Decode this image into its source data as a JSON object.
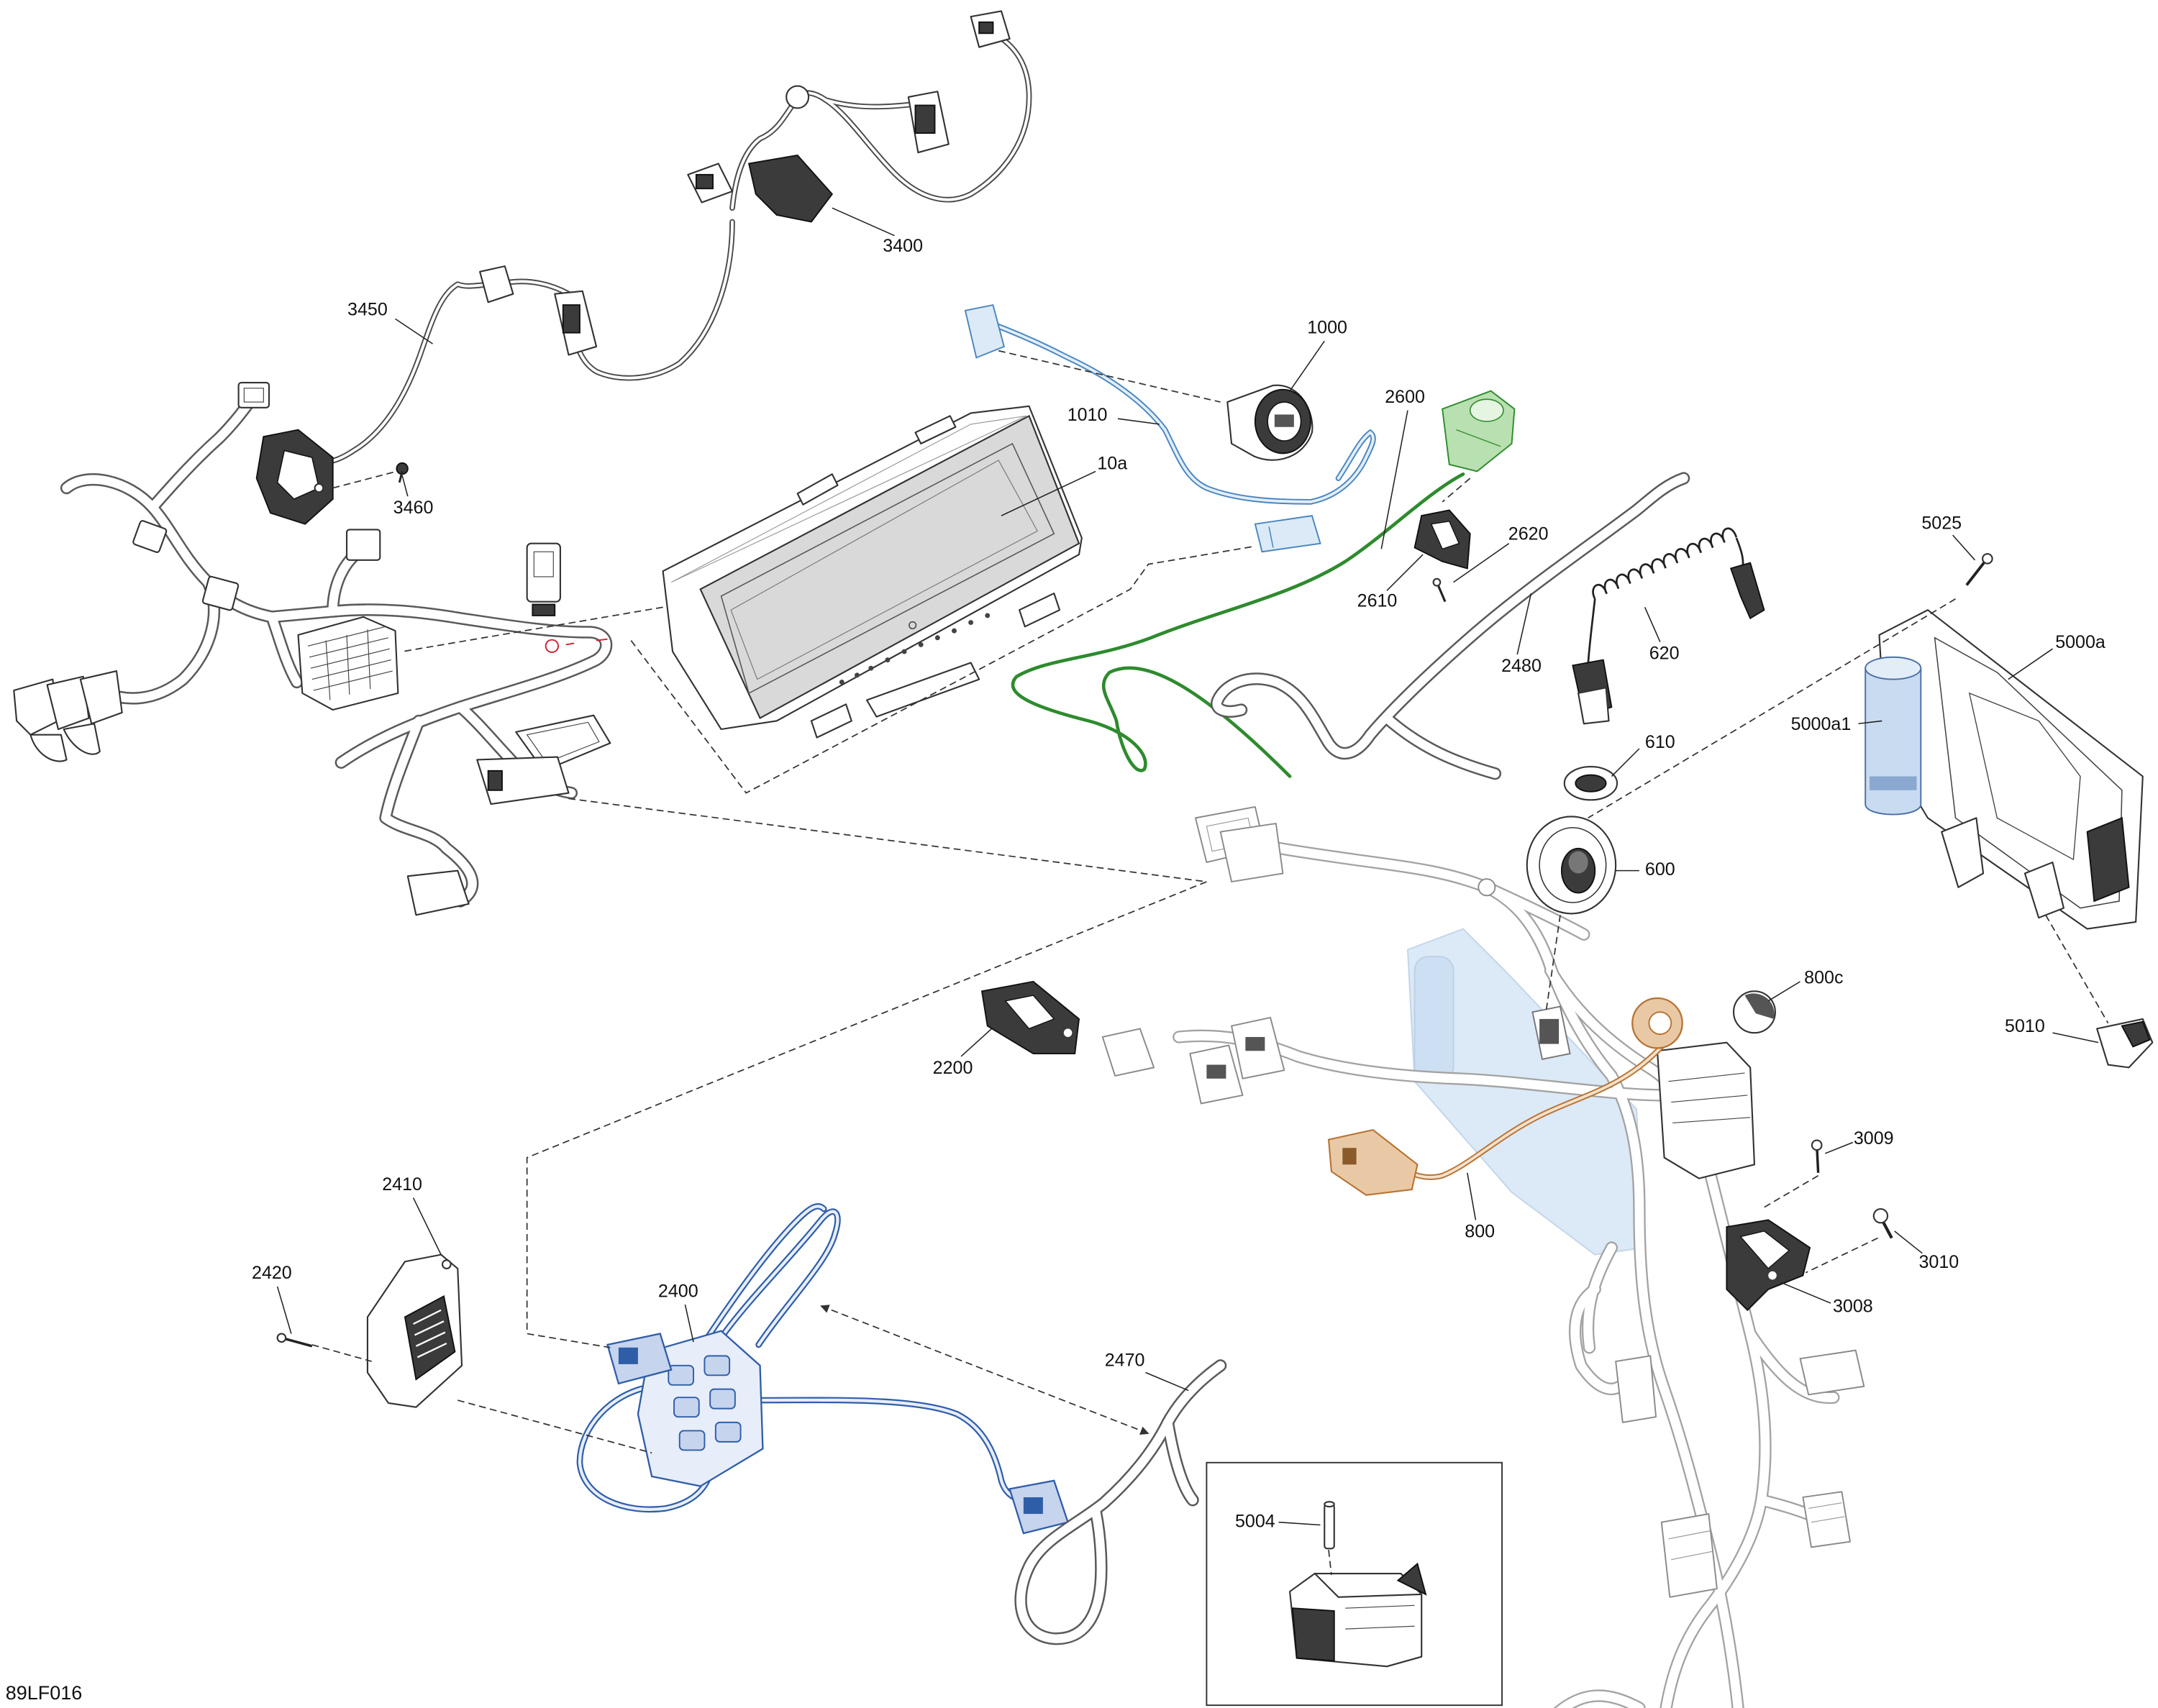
{
  "drawing_code": "89LF016",
  "labels": {
    "p3400": "3400",
    "p3450": "3450",
    "p3460": "3460",
    "p1000": "1000",
    "p1010": "1010",
    "p10a": "10a",
    "p2600": "2600",
    "p2620": "2620",
    "p2610": "2610",
    "p2480": "2480",
    "p620": "620",
    "p5025": "5025",
    "p5000a": "5000a",
    "p5000a1": "5000a1",
    "p610": "610",
    "p600": "600",
    "p800c": "800c",
    "p5010": "5010",
    "p2200": "2200",
    "p3009": "3009",
    "p800": "800",
    "p3010": "3010",
    "p3008": "3008",
    "p2410": "2410",
    "p2420": "2420",
    "p2400": "2400",
    "p2470": "2470",
    "p5004": "5004"
  },
  "colors": {
    "harness": "#5a5a5a",
    "harness_light": "#a3a3a3",
    "accessory_wire_blue": "#4a86c0",
    "switch_harness_blue": "#2f5ea8",
    "wire_green": "#2e8b2e",
    "wire_orange": "#b87333",
    "display_gray": "#d9d9d9",
    "faded_module_blue": "#d6e6f5"
  }
}
